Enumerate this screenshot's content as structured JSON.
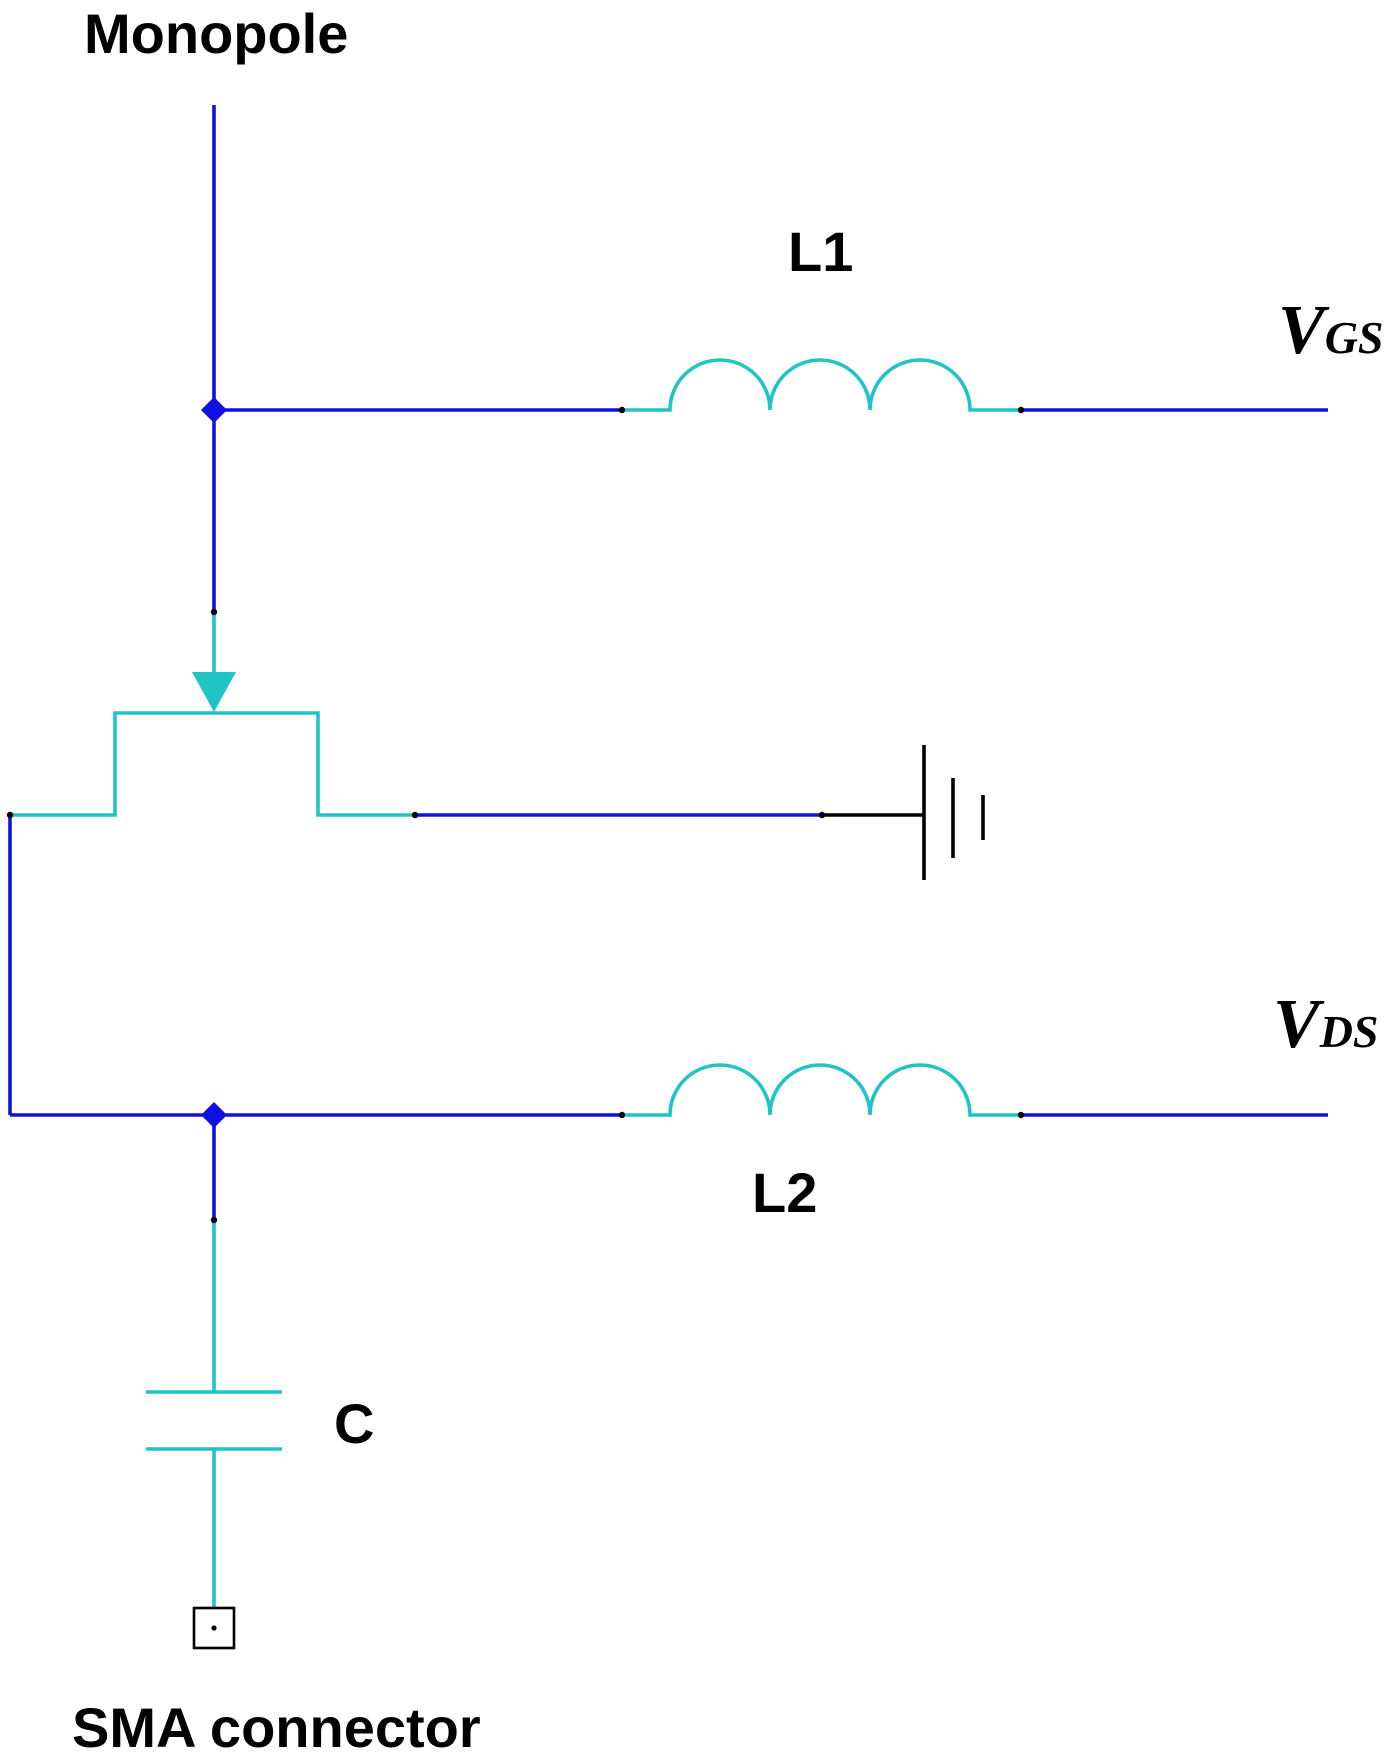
{
  "labels": {
    "monopole": "Monopole",
    "l1": "L1",
    "l2": "L2",
    "c": "C",
    "sma": "SMA connector",
    "vgs_main": "V",
    "vgs_sub": "GS",
    "vds_main": "V",
    "vds_sub": "DS"
  },
  "colors": {
    "wire": "#1010e0",
    "component": "#20c4c4",
    "ground": "#000000",
    "text": "#000000"
  },
  "icons": [
    "inductor-l1-icon",
    "inductor-l2-icon",
    "transistor-icon",
    "ground-icon",
    "capacitor-icon",
    "sma-connector-icon"
  ]
}
